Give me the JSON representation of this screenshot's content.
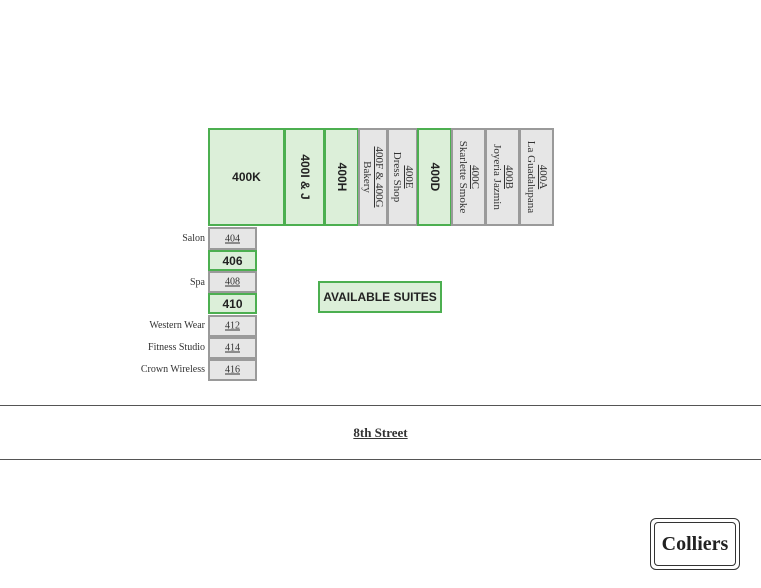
{
  "top_row": [
    {
      "id": "400K",
      "tenant": "",
      "available": true
    },
    {
      "id": "400I & J",
      "tenant": "",
      "available": true
    },
    {
      "id": "400H",
      "tenant": "",
      "available": true
    },
    {
      "id": "400F & 400G",
      "tenant": "Bakery",
      "available": false
    },
    {
      "id": "400E",
      "tenant": "Dress Shop",
      "available": false
    },
    {
      "id": "400D",
      "tenant": "",
      "available": true
    },
    {
      "id": "400C",
      "tenant": "Skarlette Smoke",
      "available": false
    },
    {
      "id": "400B",
      "tenant": "Joyeria Jazmin",
      "available": false
    },
    {
      "id": "400A",
      "tenant": "La Guadalupana",
      "available": false
    }
  ],
  "left_column": [
    {
      "id": "404",
      "tenant": "Salon",
      "available": false
    },
    {
      "id": "406",
      "tenant": "",
      "available": true
    },
    {
      "id": "408",
      "tenant": "Spa",
      "available": false
    },
    {
      "id": "410",
      "tenant": "",
      "available": true
    },
    {
      "id": "412",
      "tenant": "Western Wear",
      "available": false
    },
    {
      "id": "414",
      "tenant": "Fitness Studio",
      "available": false
    },
    {
      "id": "416",
      "tenant": "Crown Wireless",
      "available": false
    }
  ],
  "legend": {
    "label": "AVAILABLE SUITES"
  },
  "street": {
    "name": "8th Street"
  },
  "logo": {
    "text": "Colliers"
  }
}
